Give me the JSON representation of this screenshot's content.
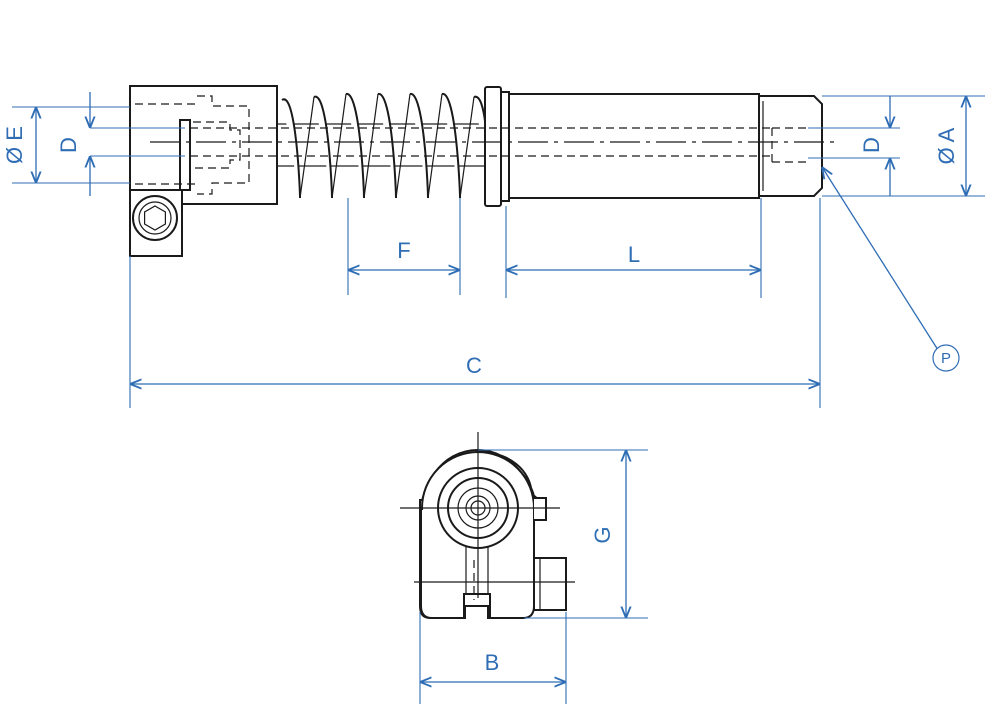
{
  "labels": {
    "dia_e": "Ø E",
    "d_left": "D",
    "d_right": "D",
    "dia_a": "Ø A",
    "f": "F",
    "l": "L",
    "c": "C",
    "p": "P",
    "g": "G",
    "b": "B"
  },
  "colors": {
    "dimension": "#2f6db5",
    "outline": "#1a1a1a"
  }
}
